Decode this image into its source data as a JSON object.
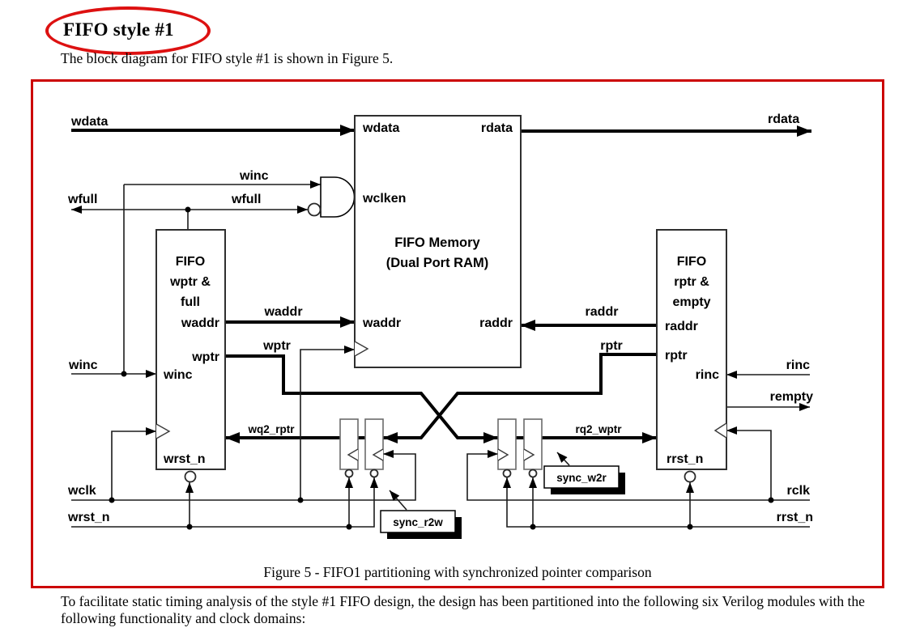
{
  "page": {
    "heading": "FIFO style #1",
    "intro": "The block diagram for FIFO style #1 is shown in Figure 5.",
    "figure_caption": "Figure 5 - FIFO1 partitioning with synchronized pointer comparison",
    "body_paragraph": "To facilitate static timing analysis of the style #1 FIFO design, the design has been partitioned into the following six Verilog modules with the following functionality and clock domains:"
  },
  "colors": {
    "highlight_ellipse_red": "#dd1111",
    "figure_border_red": "#cc0000",
    "wire_black": "#000000"
  },
  "diagram": {
    "memory_block": {
      "title1": "FIFO Memory",
      "title2": "(Dual Port RAM)",
      "port_wdata": "wdata",
      "port_rdata": "rdata",
      "port_wclken": "wclken",
      "port_waddr": "waddr",
      "port_raddr": "raddr"
    },
    "write_block": {
      "title1": "FIFO",
      "title2": "wptr &",
      "title3": "full",
      "port_waddr": "waddr",
      "port_wptr": "wptr",
      "port_winc": "winc",
      "port_wrst_n": "wrst_n"
    },
    "read_block": {
      "title1": "FIFO",
      "title2": "rptr &",
      "title3": "empty",
      "port_raddr": "raddr",
      "port_rptr": "rptr",
      "port_rinc": "rinc",
      "port_rrst_n": "rrst_n"
    },
    "sync_r2w_label": "sync_r2w",
    "sync_w2r_label": "sync_w2r",
    "signals": {
      "wdata": "wdata",
      "winc_gate": "winc",
      "wfull_out": "wfull",
      "wfull_gate": "wfull",
      "waddr": "waddr",
      "wptr": "wptr",
      "winc_in": "winc",
      "wq2_rptr": "wq2_rptr",
      "wclk": "wclk",
      "wrst_n": "wrst_n",
      "rdata": "rdata",
      "raddr": "raddr",
      "rptr": "rptr",
      "rinc": "rinc",
      "rempty": "rempty",
      "rq2_wptr": "rq2_wptr",
      "rclk": "rclk",
      "rrst_n": "rrst_n"
    }
  }
}
